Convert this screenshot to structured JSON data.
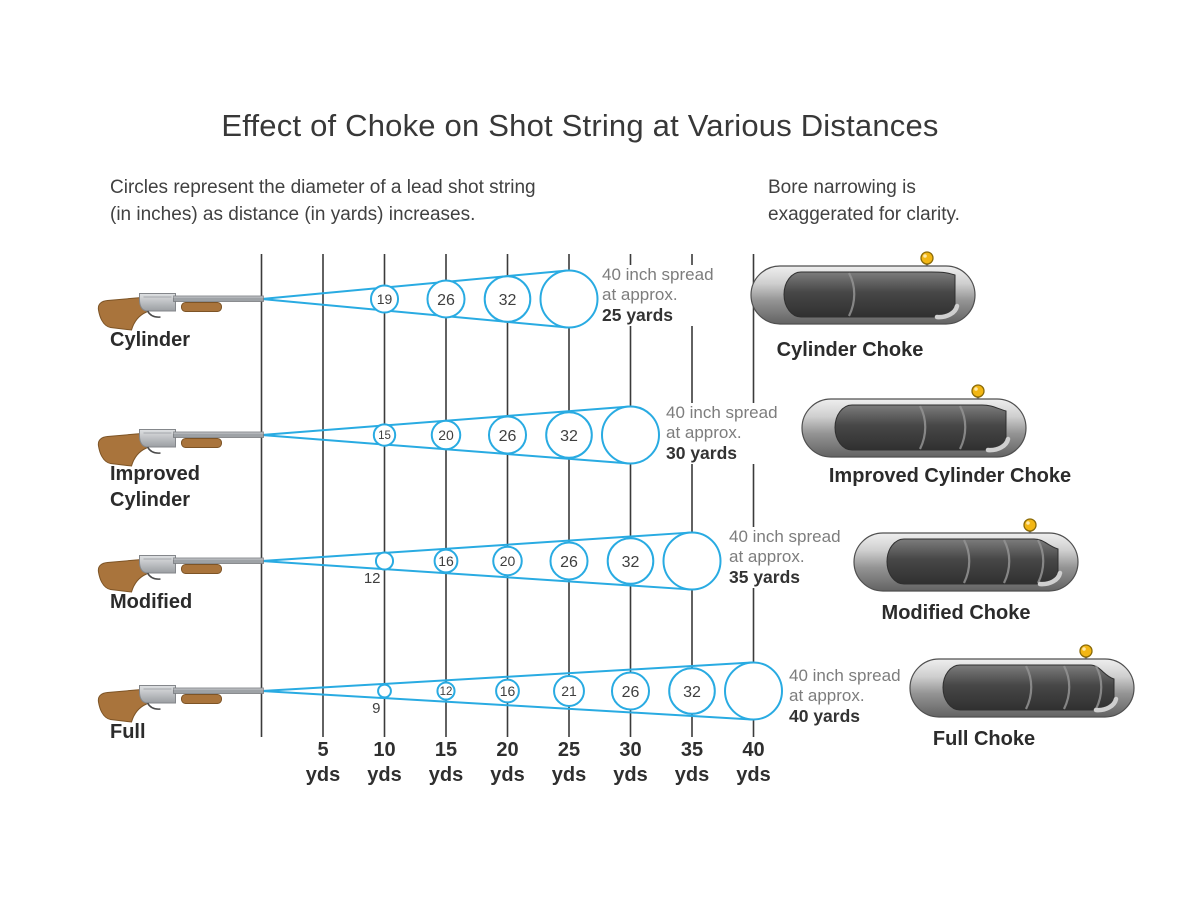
{
  "title": "Effect of Choke on Shot String at Various Distances",
  "notes": {
    "left": [
      "Circles represent the diameter of a lead shot string",
      "(in inches) as distance (in yards) increases."
    ],
    "right": [
      "Bore narrowing is",
      "exaggerated for clarity."
    ]
  },
  "axis": {
    "tick_yards": [
      5,
      10,
      15,
      20,
      25,
      30,
      35,
      40
    ],
    "ticks": [
      "5",
      "10",
      "15",
      "20",
      "25",
      "30",
      "35",
      "40"
    ],
    "unit": "yds"
  },
  "rows": [
    {
      "label_lines": [
        "Cylinder"
      ],
      "circles": [
        {
          "yards": 10,
          "inches": 19,
          "label": "19",
          "label_pos": "inside"
        },
        {
          "yards": 15,
          "inches": 26,
          "label": "26",
          "label_pos": "inside"
        },
        {
          "yards": 20,
          "inches": 32,
          "label": "32",
          "label_pos": "inside"
        }
      ],
      "final_circle": {
        "yards": 25,
        "inches": 40
      },
      "annotation": {
        "line1": "40 inch spread",
        "line2": "at approx.",
        "line3": "25 yards"
      },
      "choke": {
        "label": "Cylinder Choke"
      }
    },
    {
      "label_lines": [
        "Improved",
        "Cylinder"
      ],
      "circles": [
        {
          "yards": 10,
          "inches": 15,
          "label": "15",
          "label_pos": "inside"
        },
        {
          "yards": 15,
          "inches": 20,
          "label": "20",
          "label_pos": "inside"
        },
        {
          "yards": 20,
          "inches": 26,
          "label": "26",
          "label_pos": "inside"
        },
        {
          "yards": 25,
          "inches": 32,
          "label": "32",
          "label_pos": "inside"
        }
      ],
      "final_circle": {
        "yards": 30,
        "inches": 40
      },
      "annotation": {
        "line1": "40 inch spread",
        "line2": "at approx.",
        "line3": "30 yards"
      },
      "choke": {
        "label": "Improved Cylinder Choke"
      }
    },
    {
      "label_lines": [
        "Modified"
      ],
      "circles": [
        {
          "yards": 10,
          "inches": 12,
          "label": "12",
          "label_pos": "below"
        },
        {
          "yards": 15,
          "inches": 16,
          "label": "16",
          "label_pos": "inside"
        },
        {
          "yards": 20,
          "inches": 20,
          "label": "20",
          "label_pos": "inside"
        },
        {
          "yards": 25,
          "inches": 26,
          "label": "26",
          "label_pos": "inside"
        },
        {
          "yards": 30,
          "inches": 32,
          "label": "32",
          "label_pos": "inside"
        }
      ],
      "final_circle": {
        "yards": 35,
        "inches": 40
      },
      "annotation": {
        "line1": "40 inch spread",
        "line2": "at approx.",
        "line3": "35 yards"
      },
      "choke": {
        "label": "Modified Choke"
      }
    },
    {
      "label_lines": [
        "Full"
      ],
      "circles": [
        {
          "yards": 10,
          "inches": 9,
          "label": "9",
          "label_pos": "below"
        },
        {
          "yards": 15,
          "inches": 12,
          "label": "12",
          "label_pos": "inside"
        },
        {
          "yards": 20,
          "inches": 16,
          "label": "16",
          "label_pos": "inside"
        },
        {
          "yards": 25,
          "inches": 21,
          "label": "21",
          "label_pos": "inside"
        },
        {
          "yards": 30,
          "inches": 26,
          "label": "26",
          "label_pos": "inside"
        },
        {
          "yards": 35,
          "inches": 32,
          "label": "32",
          "label_pos": "inside"
        }
      ],
      "final_circle": {
        "yards": 40,
        "inches": 40
      },
      "annotation": {
        "line1": "40 inch spread",
        "line2": "at approx.",
        "line3": "40 yards"
      },
      "choke": {
        "label": "Full Choke"
      }
    }
  ],
  "colors": {
    "background": "#ffffff",
    "cone": "#29abe2",
    "grid_line": "#3b3b3b",
    "text_dark": "#333333",
    "text_gray": "#7d7d7d",
    "circle_fill": "#ffffff",
    "bead": "#f2b614",
    "wood": "#a9743c",
    "metal": "#9ea2a6"
  }
}
